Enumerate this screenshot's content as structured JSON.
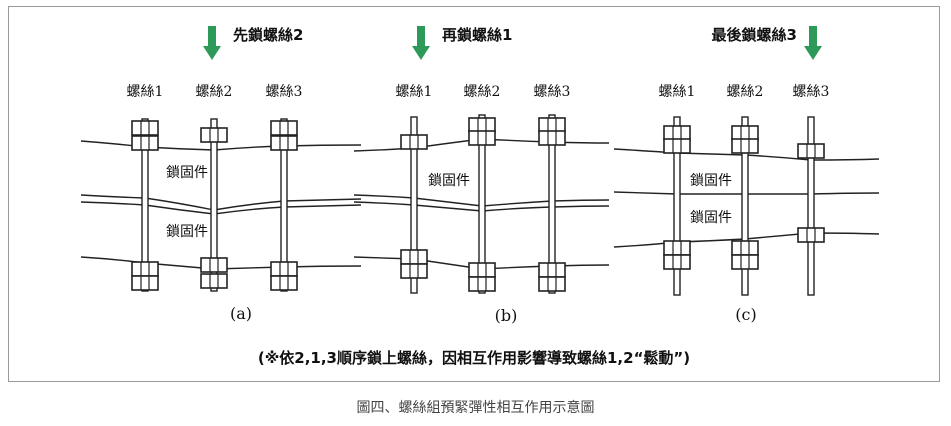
{
  "panels": [
    {
      "step_label": "先鎖螺絲2",
      "bolt_labels": [
        "螺絲1",
        "螺絲2",
        "螺絲3"
      ],
      "part_labels": [
        "鎖固件",
        "鎖固件"
      ],
      "sub_label": "(a)"
    },
    {
      "step_label": "再鎖螺絲1",
      "bolt_labels": [
        "螺絲1",
        "螺絲2",
        "螺絲3"
      ],
      "part_labels": [
        "鎖固件"
      ],
      "sub_label": "(b)"
    },
    {
      "step_label": "最後鎖螺絲3",
      "bolt_labels": [
        "螺絲1",
        "螺絲2",
        "螺絲3"
      ],
      "part_labels": [
        "鎖固件",
        "鎖固件"
      ],
      "sub_label": "(c)"
    }
  ],
  "note": "(※依2,1,3順序鎖上螺絲，因相互作用影響導致螺絲1,2“鬆動”)",
  "caption": "圖四、螺絲組預緊彈性相互作用示意圖",
  "colors": {
    "arrow": "#2e9a5a",
    "line": "#222222",
    "frame": "#9a9a9a"
  }
}
